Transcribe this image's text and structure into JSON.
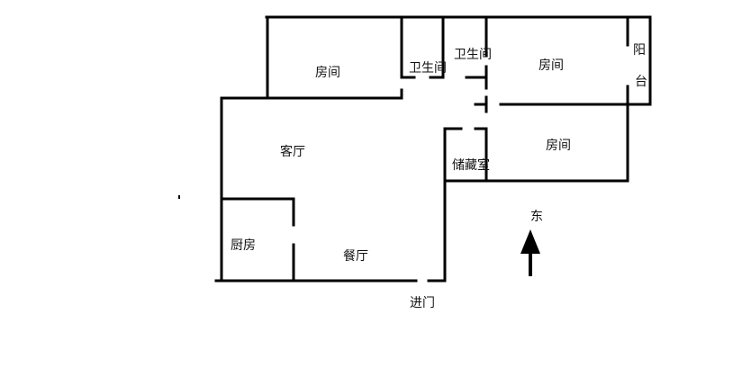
{
  "rooms": {
    "bedroom_top_left": "房间",
    "bathroom_1": "卫生间",
    "bathroom_2": "卫生间",
    "bedroom_top_right": "房间",
    "balcony_char1": "阳",
    "balcony_char2": "台",
    "living_room": "客厅",
    "storage_room": "储藏室",
    "bedroom_right": "房间",
    "kitchen": "厨房",
    "dining_room": "餐厅"
  },
  "entrance_label": "进门",
  "compass": {
    "direction_label": "东",
    "arrow_icon": "arrow-up-icon"
  },
  "colors": {
    "wall": "#000000",
    "background": "#ffffff"
  }
}
